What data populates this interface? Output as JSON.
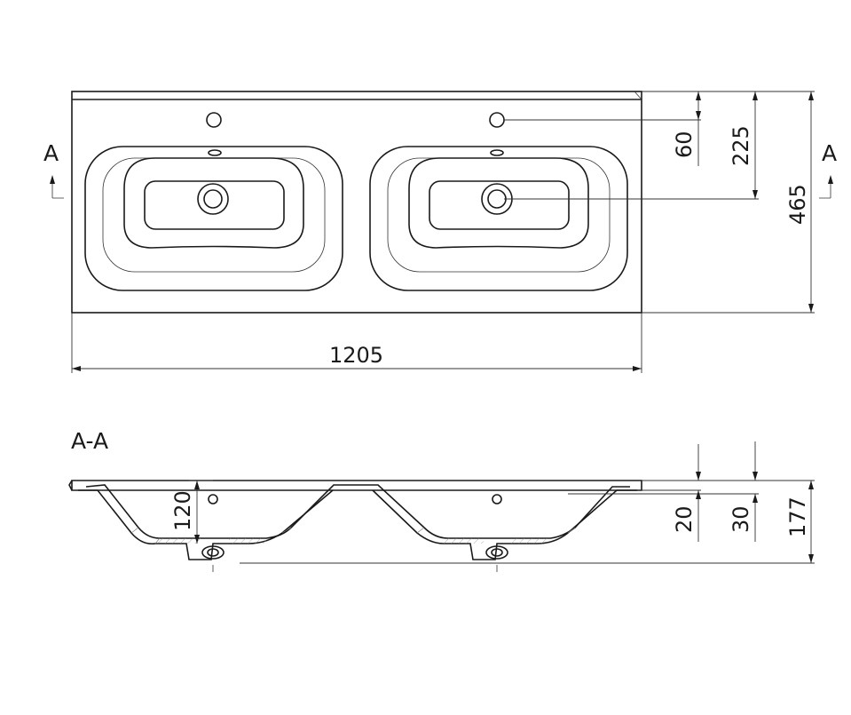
{
  "top_view": {
    "section_label": "A",
    "width_dim": "1205",
    "depth_dim": "465",
    "drain_offset_dim": "225",
    "tap_offset_dim": "60"
  },
  "section_view": {
    "title": "A-A",
    "bowl_depth_dim": "120",
    "rim_dim": "20",
    "overflow_dim": "30",
    "height_dim": "177"
  }
}
